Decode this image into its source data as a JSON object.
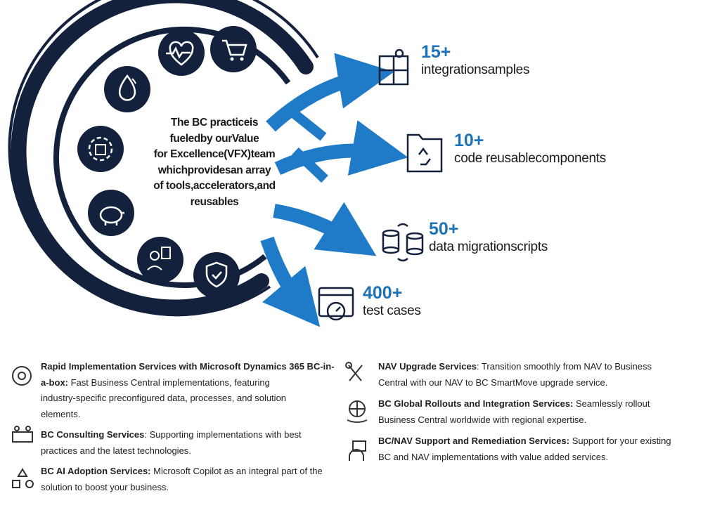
{
  "center": {
    "lines": [
      "The BC practiceis",
      "fueledby ourValue",
      "for Excellence(VFX)team",
      "whichprovidesan array",
      "of tools,accelerators,and",
      "reusables"
    ]
  },
  "ring_icons": [
    "heart-monitor-icon",
    "shopping-cart-icon",
    "water-drop-icon",
    "recycle-gear-icon",
    "piggy-bank-icon",
    "engineer-checklist-icon",
    "shield-check-icon"
  ],
  "stats": [
    {
      "number": "15+",
      "label": "integrationsamples",
      "icon": "puzzle-icon"
    },
    {
      "number": "10+",
      "label": "code reusablecomponents",
      "icon": "folder-recycle-icon"
    },
    {
      "number": "50+",
      "label": "data migrationscripts",
      "icon": "database-sync-icon"
    },
    {
      "number": "400+",
      "label": "test cases",
      "icon": "browser-gauge-icon"
    }
  ],
  "services": [
    {
      "title": "Rapid Implementation Services with Microsoft Dynamics 365 BC-in-a-box:",
      "lines": [
        "Fast Business Central implementations, featuring",
        "industry-specific preconfigured data, processes, and solution",
        "elements."
      ],
      "icon": "gear-cycle-icon"
    },
    {
      "title": "BC Consulting Services",
      "text": ": Supporting implementations with best practices and the latest technologies.",
      "icon": "meeting-icon"
    },
    {
      "title": "BC AI Adoption Services:",
      "text": " Microsoft Copilot as an integral part of the solution to boost your business.",
      "icon": "ai-nodes-icon"
    },
    {
      "title": "NAV Upgrade Services",
      "text": ": Transition smoothly from NAV to Business Central with our NAV to BC SmartMove upgrade service.",
      "icon": "tools-icon"
    },
    {
      "title": "BC Global Rollouts and Integration Services:",
      "text": " Seamlessly rollout Business Central worldwide with regional expertise.",
      "icon": "globe-hand-icon"
    },
    {
      "title": "BC/NAV Support and Remediation Services:",
      "text": " Support for your existing BC and NAV implementations with value added services.",
      "icon": "support-headset-icon"
    }
  ],
  "colors": {
    "navy": "#14213d",
    "blue": "#1e73b8",
    "arrow": "#1f7bc8"
  }
}
